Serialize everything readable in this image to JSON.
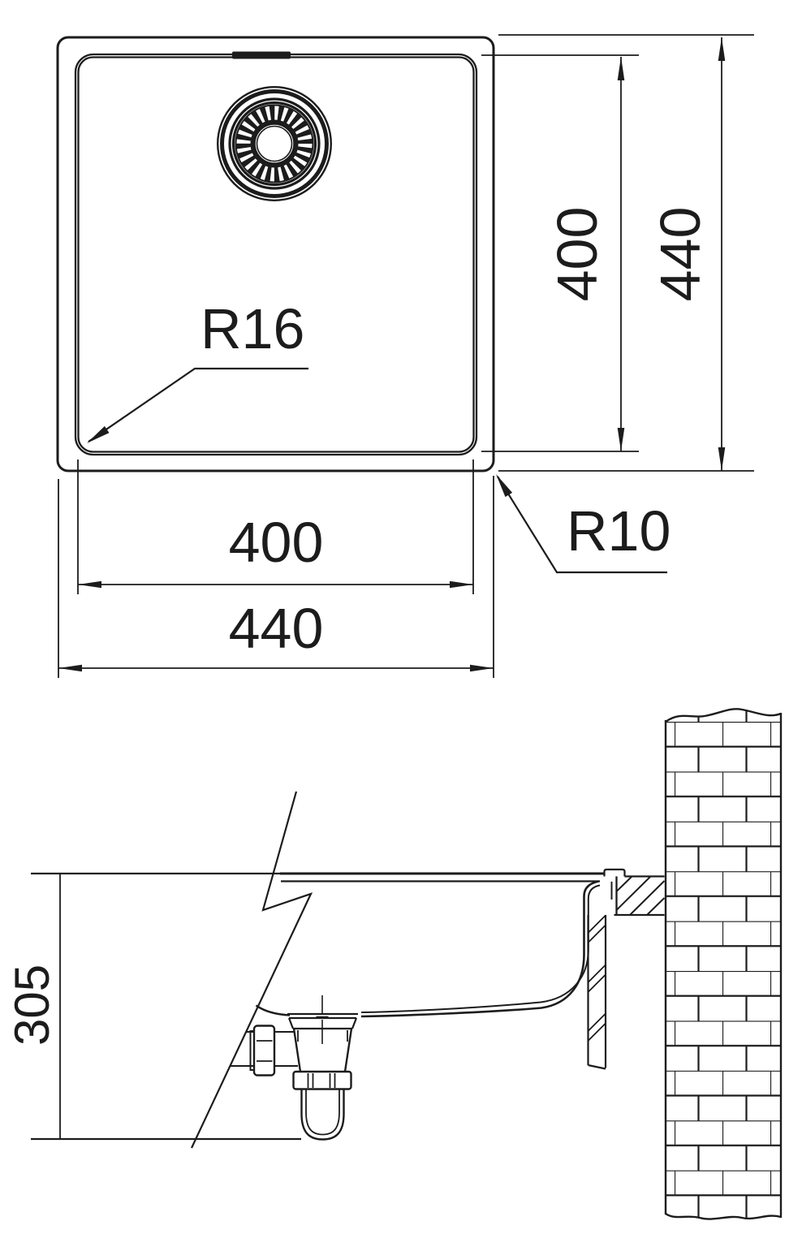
{
  "colors": {
    "ink": "#1c1c1c",
    "background": "#ffffff"
  },
  "top_view": {
    "bowl_width_label": "400",
    "overall_width_label": "440",
    "bowl_depth_label": "400",
    "overall_depth_label": "440",
    "bowl_corner_radius_label": "R16",
    "outer_corner_radius_label": "R10"
  },
  "side_view": {
    "mounting_depth_label": "305"
  }
}
